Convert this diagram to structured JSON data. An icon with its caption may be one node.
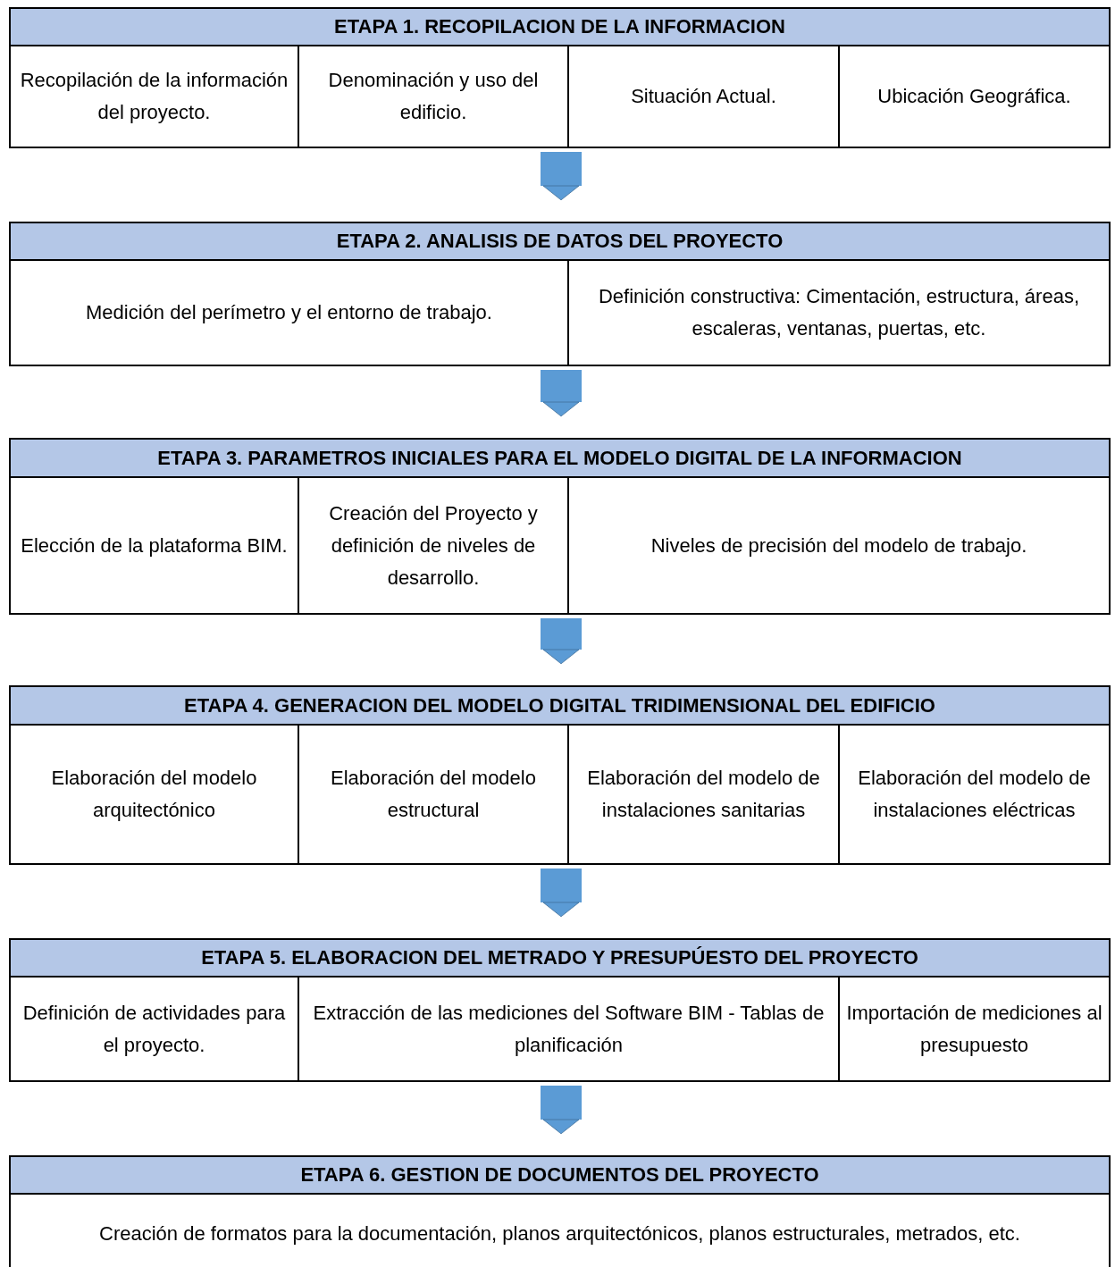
{
  "diagram": {
    "nodes": [
      {
        "text": [
          "ETAPA 1. RECOPILACION DE LA INFORMACION"
        ]
      },
      {
        "text": [
          "Recopilación de la información del proyecto."
        ],
        "in": 0
      },
      {
        "text": [
          "Denominación y uso del edificio."
        ],
        "in": 0
      },
      {
        "text": [
          "Situación Actual."
        ],
        "in": 0
      },
      {
        "text": [
          "Ubicación Geográfica."
        ],
        "in": 0
      },
      {
        "text": [
          "ETAPA 2. ANALISIS DE DATOS DEL PROYECTO"
        ]
      },
      {
        "text": [
          "Medición del perímetro y el entorno de trabajo."
        ],
        "in": 5
      },
      {
        "text": [
          "Definición constructiva: Cimentación, estructura, áreas, escaleras, ventanas, puertas, etc."
        ],
        "in": 5
      },
      {
        "text": [
          "ETAPA 3. PARAMETROS INICIALES PARA EL MODELO DIGITAL DE LA INFORMACION"
        ]
      },
      {
        "text": [
          "Elección de la plataforma BIM."
        ],
        "in": 8
      },
      {
        "text": [
          "Creación del Proyecto y definición de niveles de desarrollo."
        ],
        "in": 8
      },
      {
        "text": [
          "Niveles de precisión del modelo de trabajo."
        ],
        "in": 8
      },
      {
        "text": [
          "ETAPA 4. GENERACION DEL MODELO DIGITAL TRIDIMENSIONAL DEL EDIFICIO"
        ]
      },
      {
        "text": [
          "Elaboración del modelo arquitectónico"
        ],
        "in": 12
      },
      {
        "text": [
          "Elaboración del modelo estructural"
        ],
        "in": 12
      },
      {
        "text": [
          "Elaboración del modelo de instalaciones sanitarias"
        ],
        "in": 12
      },
      {
        "text": [
          "Elaboración del modelo de instalaciones eléctricas"
        ],
        "in": 12
      },
      {
        "text": [
          "ETAPA 5. ELABORACION DEL METRADO Y PRESUPÚESTO DEL PROYECTO"
        ]
      },
      {
        "text": [
          "Definición de actividades para el proyecto."
        ],
        "in": 17
      },
      {
        "text": [
          "Extracción de las mediciones del Software BIM - Tablas de planificación"
        ],
        "in": 17
      },
      {
        "text": [
          "Importación de mediciones al presupuesto"
        ],
        "in": 17
      },
      {
        "text": [
          "ETAPA 6. GESTION DE DOCUMENTOS DEL PROYECTO"
        ]
      },
      {
        "text": [
          "Creación de formatos para la documentación, planos arquitectónicos, planos estructurales, metrados, etc."
        ],
        "in": 21
      }
    ],
    "edges": [
      {
        "from": 0,
        "to": 5,
        "arrow": "to"
      },
      {
        "from": 5,
        "to": 8,
        "arrow": "to"
      },
      {
        "from": 8,
        "to": 12,
        "arrow": "to"
      },
      {
        "from": 12,
        "to": 17,
        "arrow": "to"
      },
      {
        "from": 17,
        "to": 21,
        "arrow": "to"
      }
    ]
  }
}
